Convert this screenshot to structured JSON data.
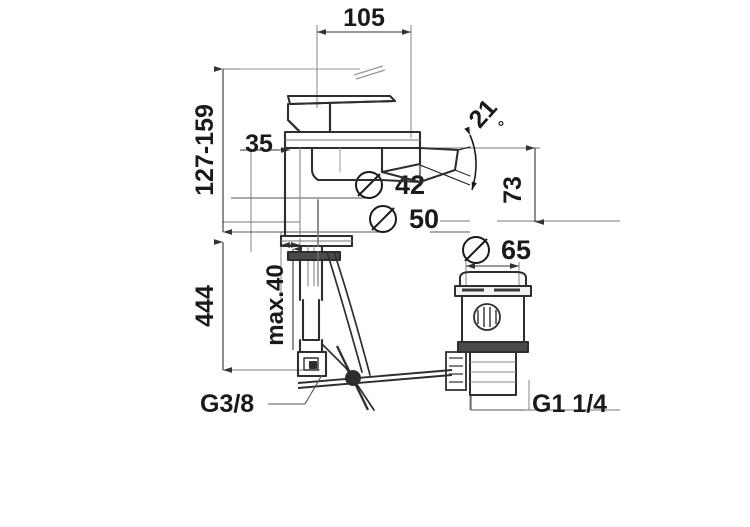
{
  "drawing": {
    "title": "Single-lever basin mixer with pop-up waste — dimensioned technical drawing",
    "type": "engineering-dimension-drawing",
    "units": "mm",
    "background_color": "#ffffff",
    "line_color": "#3a3a3a",
    "dimension_line_color": "#555555",
    "text_color": "#1a1a1a"
  },
  "dimensions": {
    "overall_width": "105",
    "spout_height_range": "127-159",
    "handle_offset": "35",
    "body_diameter": "42",
    "base_diameter": "50",
    "waste_cap_diameter": "65",
    "waste_height": "73",
    "hose_length": "444",
    "max_deck_thickness": "max.40",
    "swivel_angle": "21",
    "degree_symbol": "°",
    "supply_thread": "G3/8",
    "waste_thread": "G1 1/4"
  },
  "labels": {
    "diameter_symbol": "Ø",
    "width_105": "105",
    "height_127_159": "127-159",
    "offset_35": "35",
    "dia_42": "42",
    "dia_50": "50",
    "dia_65": "65",
    "height_73": "73",
    "length_444": "444",
    "max_40": "max.40",
    "angle_21": "21",
    "degree": "°",
    "thread_g38": "G3/8",
    "thread_g114": "G1 1/4"
  },
  "parts": [
    {
      "name": "lever-handle",
      "label": ""
    },
    {
      "name": "mixer-body",
      "label": ""
    },
    {
      "name": "spout-outlet",
      "label": ""
    },
    {
      "name": "mounting-shank",
      "label": ""
    },
    {
      "name": "flexible-hoses",
      "label": ""
    },
    {
      "name": "lift-rod",
      "label": ""
    },
    {
      "name": "pop-up-waste",
      "label": ""
    },
    {
      "name": "pivot-linkage",
      "label": ""
    }
  ]
}
